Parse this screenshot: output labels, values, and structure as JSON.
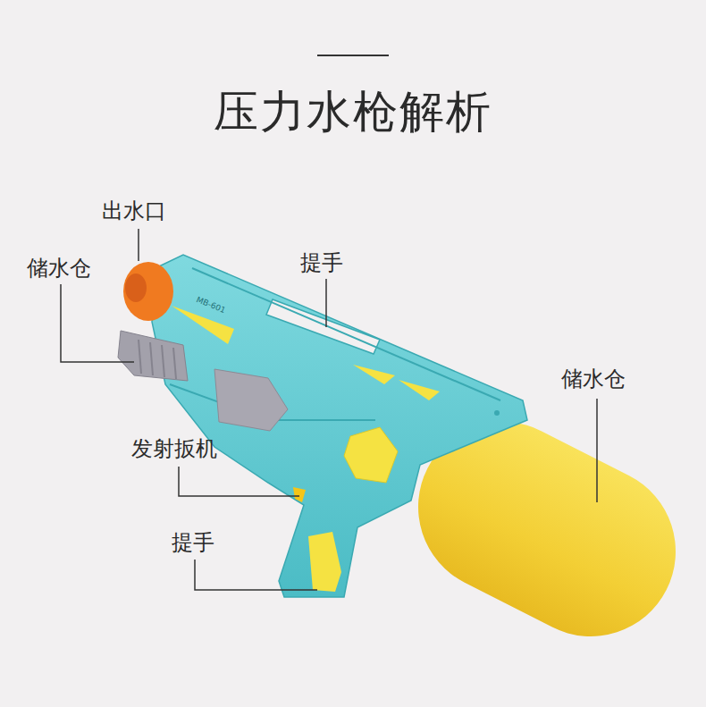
{
  "diagram": {
    "title": "压力水枪解析",
    "labels": [
      "出水口",
      "储水仓",
      "提手",
      "储水仓",
      "发射扳机",
      "提手",
      "MB-601"
    ]
  }
}
